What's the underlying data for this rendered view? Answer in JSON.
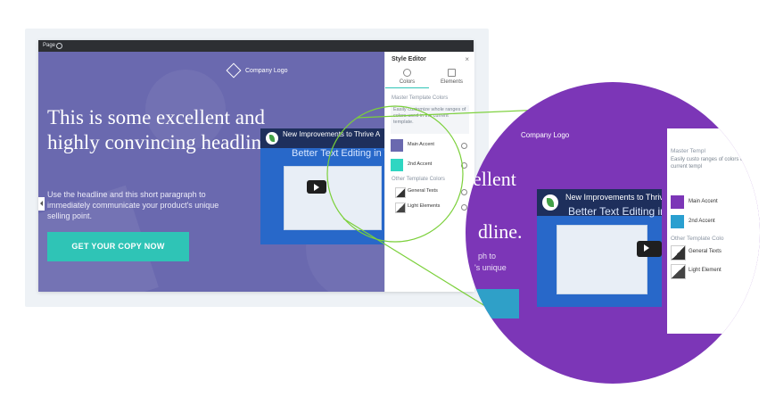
{
  "topbar": {
    "page_label": "Page"
  },
  "canvas": {
    "logo_text": "Company Logo",
    "headline": "This is some excellent and highly convincing headline.",
    "paragraph": "Use the headline and this short paragraph to immediately communicate your product's unique selling point.",
    "cta_label": "GET YOUR COPY NOW"
  },
  "video": {
    "title": "New Improvements to Thrive A",
    "subtitle": "Better Text Editing in T"
  },
  "editor": {
    "title": "Style Editor",
    "close": "×",
    "tabs": [
      {
        "label": "Colors"
      },
      {
        "label": "Elements"
      }
    ],
    "master_section": "Master Template Colors",
    "master_desc": "Easily customize whole ranges of colors used in the current template.",
    "master_items": [
      {
        "label": "Main Accent",
        "color": "#6a69af"
      },
      {
        "label": "2nd Accent",
        "color": "#2fd6c2"
      }
    ],
    "other_section": "Other Template Colors",
    "other_items": [
      {
        "label": "General Texts"
      },
      {
        "label": "Light Elements"
      }
    ]
  },
  "zoom": {
    "logo_text": "Company Logo",
    "headline_frag1": "ellent",
    "headline_frag2": "dline.",
    "para_frag1": "ph to",
    "para_frag2": "'s unique",
    "video_title": "New Improvements to Thrive A",
    "video_subtitle": "Better Text Editing in T",
    "panel_section": "Master Templ",
    "panel_desc": "Easily custo ranges of colors u the current templ",
    "main_accent": "Main Accent",
    "main_accent_color": "#7c36b7",
    "second_accent": "2nd Accent",
    "second_accent_color": "#2a9fd0",
    "other_section": "Other Template Colo",
    "general_texts": "General Texts",
    "light_elements": "Light Element"
  },
  "colors": {
    "accent_green": "#7bd03a",
    "cta": "#2fc4b6",
    "canvas_bg": "#6a69af",
    "zoom_bg": "#7c36b7"
  }
}
